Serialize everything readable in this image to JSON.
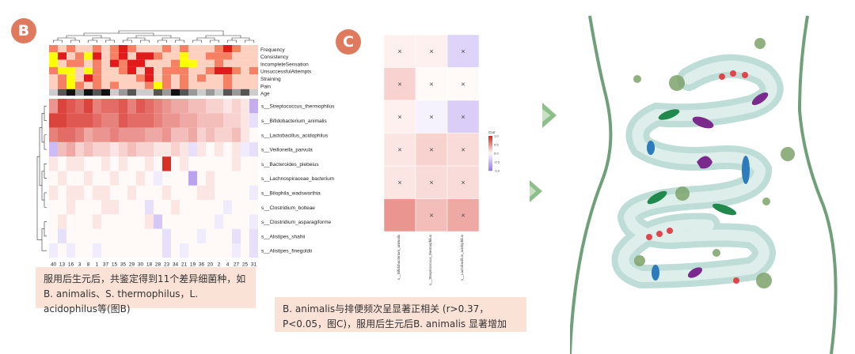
{
  "panels": {
    "b_label": "B",
    "c_label": "C"
  },
  "captions": {
    "b": "服用后生元后，共鉴定得到11个差异细菌种，如B. animalis、S. thermophilus，L. acidophilus等(图B)",
    "c": "B. animalis与排便频次呈显著正相关 (r>0.37，P<0.05，图C)，服用后生元后B. animalis 显著增加"
  },
  "colors": {
    "high": "#d73027",
    "mid": "#fddbc7",
    "low": "#9e7de8",
    "yellow": "#ffff00",
    "badge": "#e07a5f",
    "caption_bg": "#fbe2d7",
    "gut_fill": "#cfe6df",
    "gut_stroke": "#6fa07a"
  },
  "chart_data": [
    {
      "type": "heatmap",
      "title": "",
      "columns": [
        "40",
        "13",
        "16",
        "3",
        "8",
        "1",
        "37",
        "15",
        "35",
        "29",
        "30",
        "18",
        "28",
        "23",
        "34",
        "21",
        "19",
        "36",
        "20",
        "2",
        "4",
        "27",
        "25",
        "31"
      ],
      "annotation_rows": [
        "Frequency",
        "Consistency",
        "IncompleteSensation",
        "UnsuccessfulAttempts",
        "Straining",
        "Pain",
        "Age"
      ],
      "annotation_values": [
        [
          2,
          1,
          2,
          1,
          1,
          2,
          1,
          2,
          3,
          2,
          1,
          1,
          1,
          2,
          1,
          2,
          1,
          1,
          1,
          2,
          3,
          2,
          1,
          1
        ],
        [
          0,
          3,
          1,
          2,
          0,
          3,
          1,
          2,
          3,
          1,
          3,
          3,
          2,
          1,
          1,
          0,
          1,
          1,
          2,
          2,
          2,
          1,
          1,
          1
        ],
        [
          0,
          1,
          2,
          2,
          1,
          2,
          1,
          3,
          2,
          3,
          3,
          1,
          1,
          1,
          2,
          0,
          0,
          1,
          1,
          2,
          1,
          1,
          1,
          1
        ],
        [
          2,
          0,
          0,
          1,
          0,
          2,
          1,
          1,
          2,
          3,
          1,
          3,
          1,
          2,
          2,
          2,
          1,
          1,
          2,
          3,
          3,
          2,
          1,
          2
        ],
        [
          1,
          2,
          0,
          1,
          3,
          2,
          1,
          1,
          1,
          1,
          2,
          3,
          1,
          2,
          1,
          2,
          1,
          2,
          1,
          1,
          2,
          1,
          1,
          1
        ],
        [
          1,
          2,
          0,
          2,
          1,
          2,
          1,
          2,
          1,
          1,
          1,
          2,
          0,
          2,
          1,
          2,
          1,
          1,
          1,
          1,
          2,
          1,
          1,
          1
        ],
        [
          3,
          1,
          0,
          2,
          0,
          1,
          0,
          3,
          2,
          1,
          3,
          3,
          1,
          2,
          0,
          1,
          2,
          3,
          2,
          3,
          1,
          2,
          1,
          3
        ]
      ],
      "rows": [
        "s__Streptococcus_thermophilus",
        "s__Bifidobacterium_animalis",
        "s__Lactobacillus_acidophilus",
        "s__Veillonella_parvula",
        "s__Bacteroides_plebeius",
        "s__Lachnospiraceae_bacterium",
        "s__Bilophila_wadsworthia",
        "s__Clostridium_bolteae",
        "s__Clostridium_asparagiforme",
        "s__Alistipes_shahii",
        "s__Alistipes_finegoldii"
      ],
      "values": [
        [
          0.5,
          0.9,
          0.8,
          0.7,
          0.9,
          0.6,
          0.7,
          0.7,
          0.8,
          0.6,
          0.8,
          0.7,
          0.6,
          0.5,
          0.4,
          0.4,
          0.3,
          0.3,
          0.2,
          0.2,
          0.1,
          0.2,
          0.1,
          -0.6
        ],
        [
          0.9,
          0.9,
          0.8,
          0.8,
          0.8,
          0.7,
          0.6,
          0.6,
          0.8,
          0.7,
          0.7,
          0.7,
          0.6,
          0.5,
          0.5,
          0.4,
          0.4,
          0.3,
          0.3,
          0.3,
          0.2,
          0.2,
          0.1,
          -0.2
        ],
        [
          0.6,
          0.7,
          0.7,
          0.6,
          0.4,
          0.5,
          0.5,
          0.6,
          0.5,
          0.5,
          0.5,
          0.4,
          0.4,
          0.5,
          0.3,
          0.3,
          0.4,
          0.2,
          0.3,
          0.2,
          0.2,
          0.3,
          0.1,
          0.0
        ],
        [
          -0.5,
          0.3,
          0.4,
          0.2,
          0.3,
          0.2,
          0.2,
          0.1,
          0.2,
          0.3,
          0.2,
          0.2,
          0.1,
          0.1,
          0.2,
          0.1,
          -0.2,
          0.1,
          0.0,
          0.1,
          0.0,
          0.1,
          -0.1,
          -0.2
        ],
        [
          0.1,
          0.0,
          0.1,
          0.1,
          0.0,
          0.0,
          0.1,
          0.0,
          0.1,
          0.0,
          0.0,
          0.1,
          0.0,
          1.0,
          0.0,
          0.1,
          0.0,
          0.0,
          0.0,
          0.0,
          0.0,
          0.1,
          0.0,
          0.0
        ],
        [
          0.0,
          0.1,
          0.0,
          0.0,
          0.1,
          0.0,
          0.0,
          0.1,
          0.0,
          0.0,
          0.1,
          0.0,
          -0.1,
          0.0,
          0.0,
          0.0,
          -0.7,
          0.0,
          0.1,
          0.0,
          0.0,
          0.0,
          0.0,
          0.0
        ],
        [
          0.1,
          0.0,
          0.1,
          0.1,
          0.0,
          0.1,
          0.1,
          0.0,
          0.0,
          0.1,
          0.0,
          0.0,
          0.0,
          0.1,
          0.0,
          0.0,
          0.0,
          0.1,
          0.1,
          0.0,
          0.0,
          0.0,
          0.0,
          -0.1
        ],
        [
          0.0,
          0.0,
          0.1,
          0.0,
          0.0,
          0.0,
          0.1,
          0.1,
          0.0,
          0.0,
          0.0,
          -0.2,
          0.0,
          0.0,
          0.1,
          0.0,
          0.0,
          0.0,
          0.0,
          0.0,
          -0.1,
          0.0,
          0.0,
          0.0
        ],
        [
          0.0,
          0.1,
          0.0,
          0.0,
          0.0,
          0.1,
          0.0,
          0.0,
          0.0,
          0.0,
          0.0,
          0.1,
          -0.4,
          0.0,
          0.0,
          0.0,
          0.0,
          0.0,
          0.0,
          -0.1,
          0.0,
          0.0,
          0.0,
          -0.1
        ],
        [
          0.0,
          -0.2,
          0.0,
          0.0,
          0.0,
          0.0,
          0.0,
          0.0,
          0.0,
          0.0,
          0.0,
          0.0,
          0.0,
          -0.2,
          0.0,
          0.0,
          0.0,
          -0.1,
          0.0,
          0.0,
          0.0,
          -0.2,
          0.0,
          -0.2
        ],
        [
          -0.1,
          0.0,
          -0.1,
          0.0,
          0.0,
          -0.1,
          0.0,
          0.0,
          0.0,
          0.0,
          0.0,
          0.0,
          0.0,
          -0.2,
          0.0,
          -0.1,
          0.0,
          0.0,
          0.0,
          0.0,
          0.0,
          -0.1,
          0.0,
          -0.2
        ]
      ]
    },
    {
      "type": "heatmap",
      "title": "",
      "columns": [
        "s__Bifidobacterium_animalis",
        "s__Streptococcus_thermophilus",
        "s__Lactobacillus_acidophilus"
      ],
      "row_count": 6,
      "values": [
        [
          0.05,
          0.05,
          -0.3
        ],
        [
          0.2,
          0.0,
          0.0
        ],
        [
          0.05,
          -0.05,
          -0.35
        ],
        [
          0.1,
          0.2,
          0.15
        ],
        [
          0.1,
          0.15,
          0.15
        ],
        [
          0.5,
          0.3,
          0.4
        ]
      ],
      "marks": [
        [
          true,
          true,
          true
        ],
        [
          true,
          true,
          true
        ],
        [
          true,
          true,
          true
        ],
        [
          true,
          true,
          true
        ],
        [
          true,
          true,
          true
        ],
        [
          false,
          true,
          true
        ]
      ],
      "mark_symbol": "×",
      "legend_title": "Corr",
      "legend_ticks": [
        "1.0",
        "0.5",
        "0.0",
        "-0.5",
        "-1.0"
      ]
    }
  ]
}
